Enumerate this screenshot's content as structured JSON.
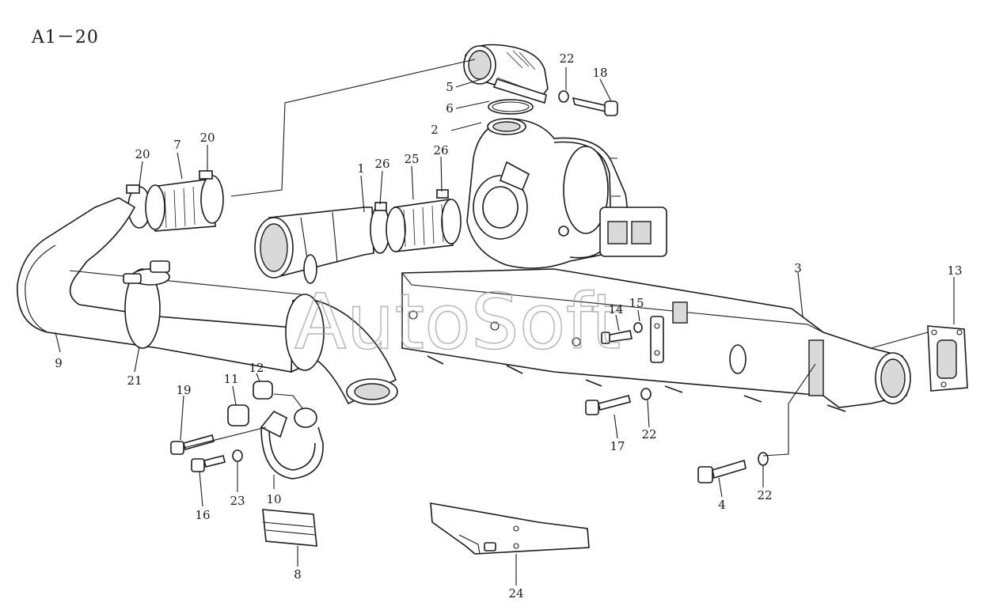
{
  "diagram": {
    "title": "A1－20",
    "watermark": "AutoSoft",
    "callouts": [
      {
        "id": "c1",
        "label": "1"
      },
      {
        "id": "c2",
        "label": "2"
      },
      {
        "id": "c3",
        "label": "3"
      },
      {
        "id": "c4",
        "label": "4"
      },
      {
        "id": "c5",
        "label": "5"
      },
      {
        "id": "c6",
        "label": "6"
      },
      {
        "id": "c7",
        "label": "7"
      },
      {
        "id": "c8",
        "label": "8"
      },
      {
        "id": "c9",
        "label": "9"
      },
      {
        "id": "c10",
        "label": "10"
      },
      {
        "id": "c11",
        "label": "11"
      },
      {
        "id": "c12",
        "label": "12"
      },
      {
        "id": "c13",
        "label": "13"
      },
      {
        "id": "c14",
        "label": "14"
      },
      {
        "id": "c15",
        "label": "15"
      },
      {
        "id": "c16",
        "label": "16"
      },
      {
        "id": "c17",
        "label": "17"
      },
      {
        "id": "c18",
        "label": "18"
      },
      {
        "id": "c19",
        "label": "19"
      },
      {
        "id": "c20a",
        "label": "20"
      },
      {
        "id": "c20b",
        "label": "20"
      },
      {
        "id": "c21",
        "label": "21"
      },
      {
        "id": "c22a",
        "label": "22"
      },
      {
        "id": "c22b",
        "label": "22"
      },
      {
        "id": "c22c",
        "label": "22"
      },
      {
        "id": "c23",
        "label": "23"
      },
      {
        "id": "c24",
        "label": "24"
      },
      {
        "id": "c25",
        "label": "25"
      },
      {
        "id": "c26a",
        "label": "26"
      },
      {
        "id": "c26b",
        "label": "26"
      }
    ]
  }
}
